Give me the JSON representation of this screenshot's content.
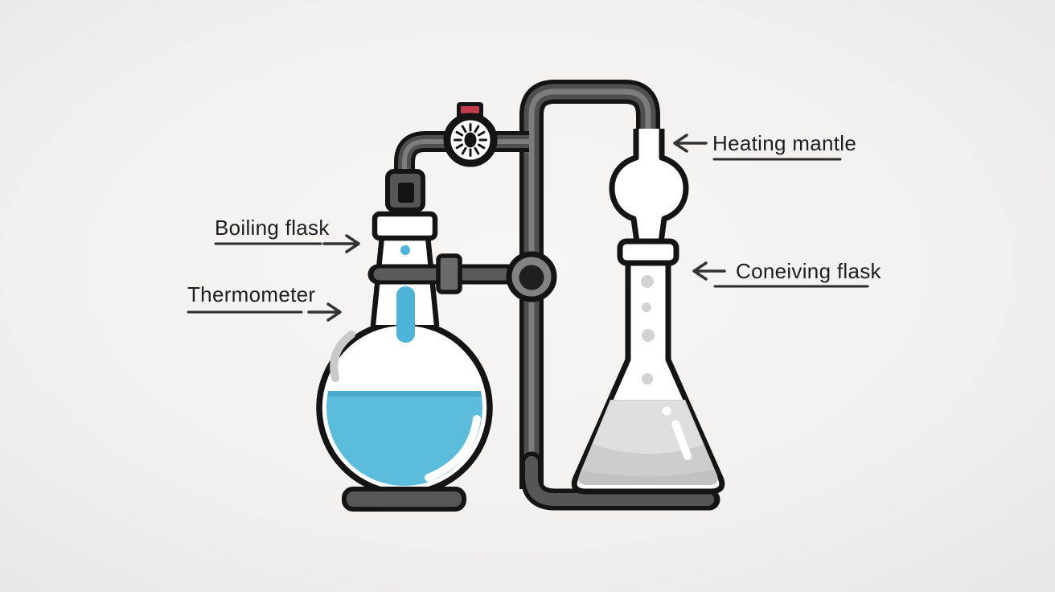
{
  "figure": {
    "type": "diagram",
    "subject": "Distillation apparatus with boiling flask, thermometer gauge, stand and receiving flask"
  },
  "labels": {
    "boiling_flask": {
      "text": "Boiling flask",
      "arrow": "right"
    },
    "thermometer": {
      "text": "Thermometer",
      "arrow": "right"
    },
    "heating_mantle": {
      "text": "Heating mantle",
      "arrow": "left"
    },
    "receiving_flask": {
      "text": "Coneiving flask",
      "arrow": "left"
    }
  },
  "palette": {
    "background_center": "#f7f6f5",
    "background_edge": "#e7e6e4",
    "outline": "#141414",
    "tube_gray": "#4f4f4f",
    "tube_highlight": "#7c7c7c",
    "glass_white": "#ffffff",
    "boiling_liquid": "#5bbcdc",
    "boiling_liquid_dark": "#49a9cb",
    "thermometer_blue": "#4db3d8",
    "receiving_liquid": "#cdcdcd",
    "receiving_liquid_light": "#dedede",
    "receiving_liquid_shadow": "#c2c2c2",
    "bubble_gray": "#d2d2d2",
    "gauge_cap_red": "#c23b4d",
    "label_text": "#1d1d1f"
  }
}
